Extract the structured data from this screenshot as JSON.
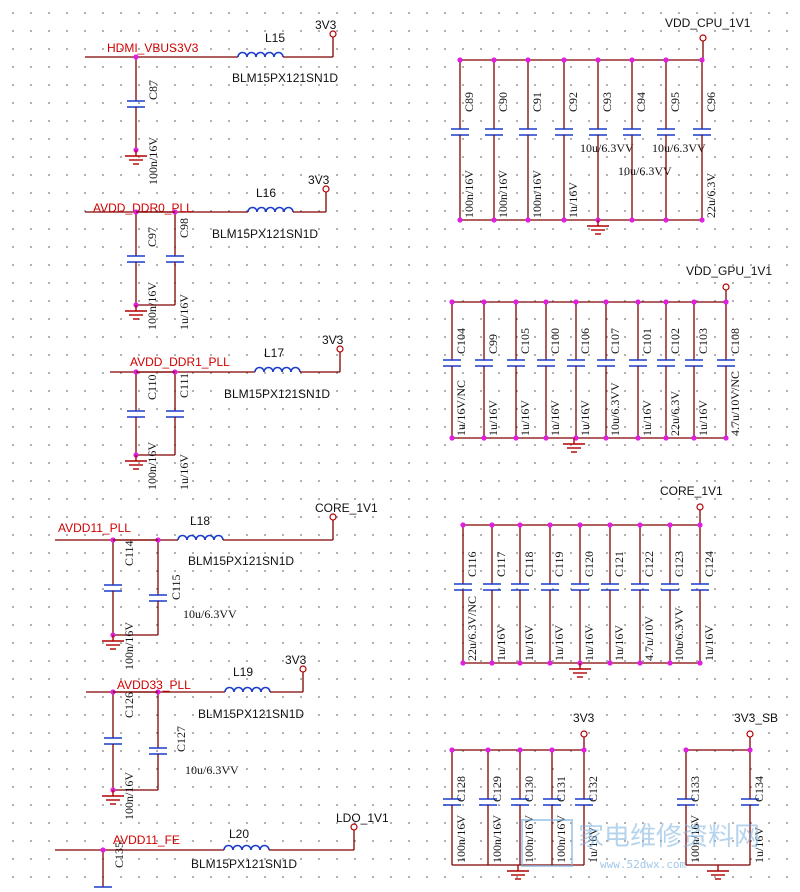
{
  "filters": [
    {
      "net": "HDMI_VBUS3V3",
      "ind": "L15",
      "part": "BLM15PX121SN1D",
      "rail": "3V3",
      "caps": [
        {
          "ref": "C87",
          "val": "100n/16V"
        }
      ]
    },
    {
      "net": "AVDD_DDR0_PLL",
      "ind": "L16",
      "part": "BLM15PX121SN1D",
      "rail": "3V3",
      "caps": [
        {
          "ref": "C97",
          "val": "100n/16V"
        },
        {
          "ref": "C98",
          "val": "1u/16V"
        }
      ]
    },
    {
      "net": "AVDD_DDR1_PLL",
      "ind": "L17",
      "part": "BLM15PX121SN1D",
      "rail": "3V3",
      "caps": [
        {
          "ref": "C110",
          "val": "100n/16V"
        },
        {
          "ref": "C111",
          "val": "1u/16V"
        }
      ]
    },
    {
      "net": "AVDD11_PLL",
      "ind": "L18",
      "part": "BLM15PX121SN1D",
      "rail": "CORE_1V1",
      "caps": [
        {
          "ref": "C114",
          "val": "100n/16V"
        },
        {
          "ref": "C115",
          "val": "10u/6.3VV"
        }
      ]
    },
    {
      "net": "AVDD33_PLL",
      "ind": "L19",
      "part": "BLM15PX121SN1D",
      "rail": "3V3",
      "caps": [
        {
          "ref": "C126",
          "val": "100n/16V"
        },
        {
          "ref": "C127",
          "val": "10u/6.3VV"
        }
      ]
    },
    {
      "net": "AVDD11_FE",
      "ind": "L20",
      "part": "BLM15PX121SN1D",
      "rail": "LDO_1V1",
      "caps": [
        {
          "ref": "C135",
          "val": ""
        }
      ]
    }
  ],
  "banks": [
    {
      "rail": "VDD_CPU_1V1",
      "caps": [
        {
          "ref": "C89",
          "val": "100n/16V"
        },
        {
          "ref": "C90",
          "val": "100n/16V"
        },
        {
          "ref": "C91",
          "val": "100n/16V"
        },
        {
          "ref": "C92",
          "val": "1u/16V"
        },
        {
          "ref": "C93",
          "val": "10u/6.3VV"
        },
        {
          "ref": "C94",
          "val": "10u/6.3VV"
        },
        {
          "ref": "C95",
          "val": "10u/6.3VV"
        },
        {
          "ref": "C96",
          "val": "22u/6.3V"
        }
      ]
    },
    {
      "rail": "VDD_GPU_1V1",
      "caps": [
        {
          "ref": "C104",
          "val": "1u/16V/NC"
        },
        {
          "ref": "C99",
          "val": "1u/16V"
        },
        {
          "ref": "C105",
          "val": "1u/16V"
        },
        {
          "ref": "C100",
          "val": "1u/16V"
        },
        {
          "ref": "C106",
          "val": "1u/16V"
        },
        {
          "ref": "C107",
          "val": "10u/6.3VV"
        },
        {
          "ref": "C101",
          "val": "1u/16V"
        },
        {
          "ref": "C102",
          "val": "22u/6.3V"
        },
        {
          "ref": "C103",
          "val": "1u/16V"
        },
        {
          "ref": "C108",
          "val": "4.7u/10V/NC"
        }
      ]
    },
    {
      "rail": "CORE_1V1",
      "caps": [
        {
          "ref": "C116",
          "val": "22u/6.3V/NC"
        },
        {
          "ref": "C117",
          "val": "1u/16V"
        },
        {
          "ref": "C118",
          "val": "1u/16V"
        },
        {
          "ref": "C119",
          "val": "1u/16V"
        },
        {
          "ref": "C120",
          "val": "1u/16V"
        },
        {
          "ref": "C121",
          "val": "1u/16V"
        },
        {
          "ref": "C122",
          "val": "4.7u/10V"
        },
        {
          "ref": "C123",
          "val": "10u/6.3VV"
        },
        {
          "ref": "C124",
          "val": "1u/16V"
        }
      ]
    },
    {
      "rail": "3V3",
      "caps": [
        {
          "ref": "C128",
          "val": "100n/16V"
        },
        {
          "ref": "C129",
          "val": "100n/16V"
        },
        {
          "ref": "C130",
          "val": "100n/16V"
        },
        {
          "ref": "C131",
          "val": "100n/16V"
        },
        {
          "ref": "C132",
          "val": "1u/16V"
        }
      ]
    },
    {
      "rail": "3V3_SB",
      "caps": [
        {
          "ref": "C133",
          "val": "100n/16V"
        },
        {
          "ref": "C134",
          "val": "1u/16V"
        }
      ]
    }
  ],
  "watermark": {
    "title": "家电维修资料网",
    "url": "www.52dwx.com"
  }
}
